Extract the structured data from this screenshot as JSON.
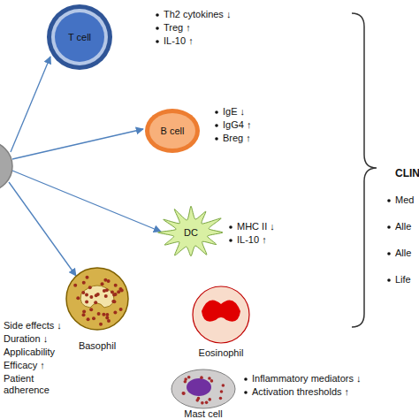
{
  "diagram": {
    "nodes": [
      {
        "text": [
          "T cell"
        ]
      },
      {
        "text": [
          "B cell"
        ]
      },
      {
        "text": [
          "DC"
        ]
      },
      {
        "text": [
          "Basophil"
        ]
      },
      {
        "text": [
          "Eosinophil"
        ]
      },
      {
        "text": [
          "Mast cell"
        ]
      }
    ],
    "labels": [
      "Th2 cytokines ↓",
      "Treg ↑",
      "IL-10 ↑",
      "IgE ↓",
      "IgG4 ↑",
      "Breg ↑",
      "MHC II ↓",
      "IL-10 ↑",
      "Side effects ↓",
      "Duration ↓",
      "Applicability",
      "Efficacy ↑",
      "Patient adherence",
      "Inflammatory mediators ↓",
      "Activation thresholds ↑",
      "CLIN",
      "Med",
      "Alle",
      "Alle",
      "Life"
    ]
  }
}
